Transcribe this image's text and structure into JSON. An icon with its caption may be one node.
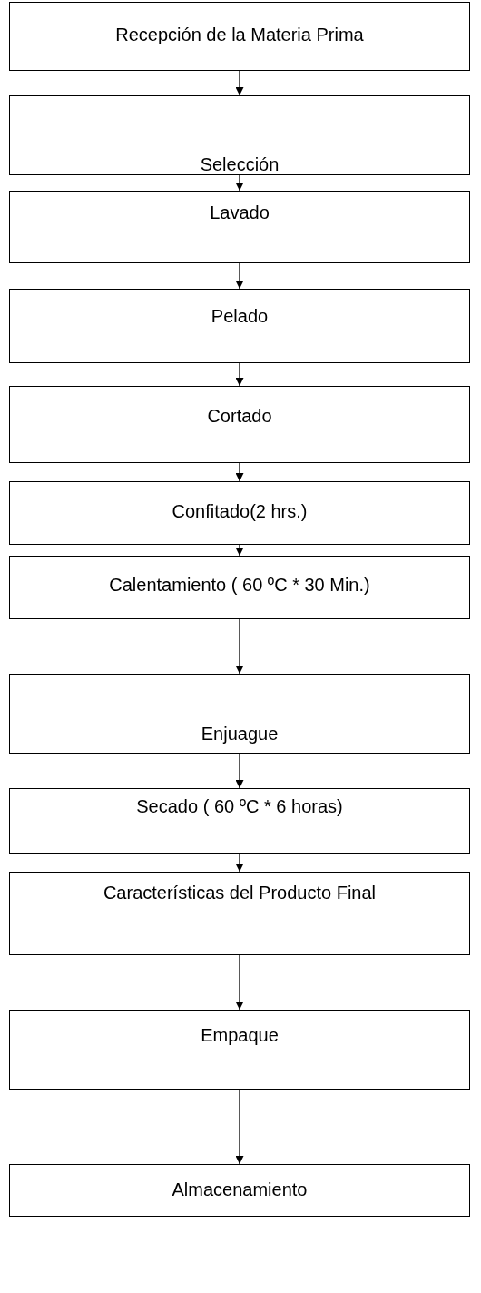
{
  "diagram": {
    "nodes": [
      {
        "text": [
          "Recepción de la Materia Prima"
        ]
      },
      {
        "text": [
          "Selección"
        ]
      },
      {
        "text": [
          "Lavado"
        ]
      },
      {
        "text": [
          "Pelado"
        ]
      },
      {
        "text": [
          "Cortado"
        ]
      },
      {
        "text": [
          "Confitado(2 hrs.)"
        ]
      },
      {
        "text": [
          "Calentamiento ( 60 ºC * 30 Min.)"
        ]
      },
      {
        "text": [
          "Enjuague"
        ]
      },
      {
        "text": [
          "Secado ( 60 ºC * 6 horas)"
        ]
      },
      {
        "text": [
          "Características del Producto Final"
        ]
      },
      {
        "text": [
          "Empaque"
        ]
      },
      {
        "text": [
          "Almacenamiento"
        ]
      }
    ],
    "edges": [
      {
        "from": 0,
        "to": 1,
        "arrow": "to"
      },
      {
        "from": 1,
        "to": 2,
        "arrow": "to"
      },
      {
        "from": 2,
        "to": 3,
        "arrow": "to"
      },
      {
        "from": 3,
        "to": 4,
        "arrow": "to"
      },
      {
        "from": 4,
        "to": 5,
        "arrow": "to"
      },
      {
        "from": 5,
        "to": 6,
        "arrow": "to"
      },
      {
        "from": 6,
        "to": 7,
        "arrow": "to"
      },
      {
        "from": 7,
        "to": 8,
        "arrow": "to"
      },
      {
        "from": 8,
        "to": 9,
        "arrow": "to"
      },
      {
        "from": 9,
        "to": 10,
        "arrow": "to"
      },
      {
        "from": 10,
        "to": 11,
        "arrow": "to"
      }
    ]
  }
}
